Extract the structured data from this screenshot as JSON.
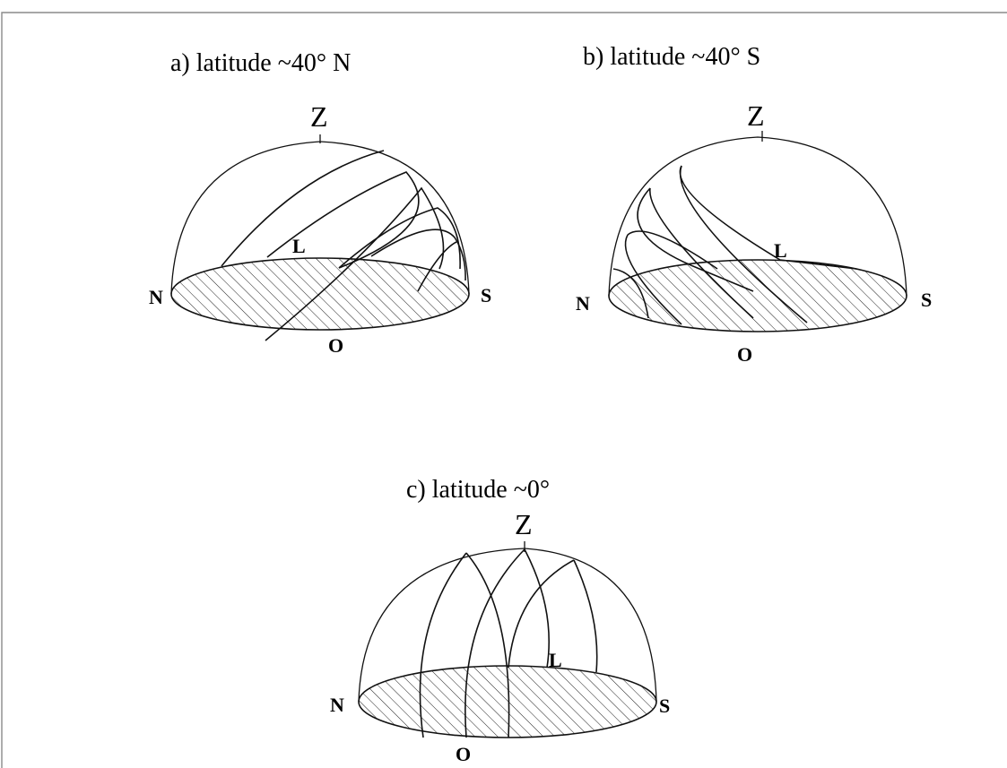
{
  "panels": [
    {
      "title": "a) latitude ~40° N",
      "labels": {
        "zenith": "Z",
        "north": "N",
        "south": "S",
        "observer": "O",
        "sun_path": "L"
      }
    },
    {
      "title": "b) latitude ~40° S",
      "labels": {
        "zenith": "Z",
        "north": "N",
        "south": "S",
        "observer": "O",
        "sun_path": "L"
      }
    },
    {
      "title": "c) latitude ~0°",
      "labels": {
        "zenith": "Z",
        "north": "N",
        "south": "S",
        "observer": "O",
        "sun_path": "L"
      }
    }
  ],
  "colors": {
    "line": "#111111",
    "frame": "#8a8a8a",
    "background": "#ffffff"
  }
}
